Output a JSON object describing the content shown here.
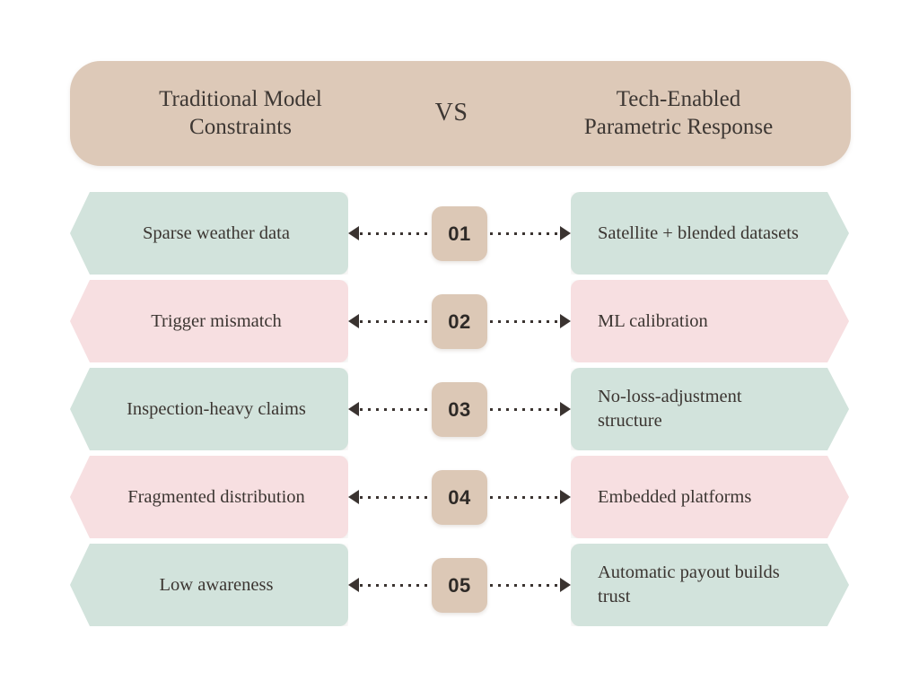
{
  "header": {
    "left_title": "Traditional Model Constraints",
    "left_title_line1": "Traditional Model",
    "left_title_line2": "Constraints",
    "versus": "VS",
    "right_title": "Tech-Enabled Parametric Response",
    "right_title_line1": "Tech-Enabled",
    "right_title_line2": "Parametric Response",
    "background_color": "#DDC9B8",
    "text_color": "#3D3733"
  },
  "palette": {
    "page_background": "#FFFFFF",
    "green": "#D2E3DC",
    "pink": "#F7DFE1",
    "tan": "#DDC9B8",
    "badge": "#DCC8B6",
    "arrow": "#3A3330",
    "text": "#3B3531"
  },
  "rows": [
    {
      "number": "01",
      "color_name": "green",
      "color": "#D2E3DC",
      "left_label": "Sparse weather data",
      "right_label": "Satellite + blended datasets"
    },
    {
      "number": "02",
      "color_name": "pink",
      "color": "#F7DFE1",
      "left_label": "Trigger mismatch",
      "right_label": "ML calibration"
    },
    {
      "number": "03",
      "color_name": "green",
      "color": "#D2E3DC",
      "left_label": "Inspection-heavy claims",
      "right_label": "No-loss-adjustment structure"
    },
    {
      "number": "04",
      "color_name": "pink",
      "color": "#F7DFE1",
      "left_label": "Fragmented distribution",
      "right_label": "Embedded platforms"
    },
    {
      "number": "05",
      "color_name": "green",
      "color": "#D2E3DC",
      "left_label": "Low awareness",
      "right_label": "Automatic payout builds trust"
    }
  ]
}
